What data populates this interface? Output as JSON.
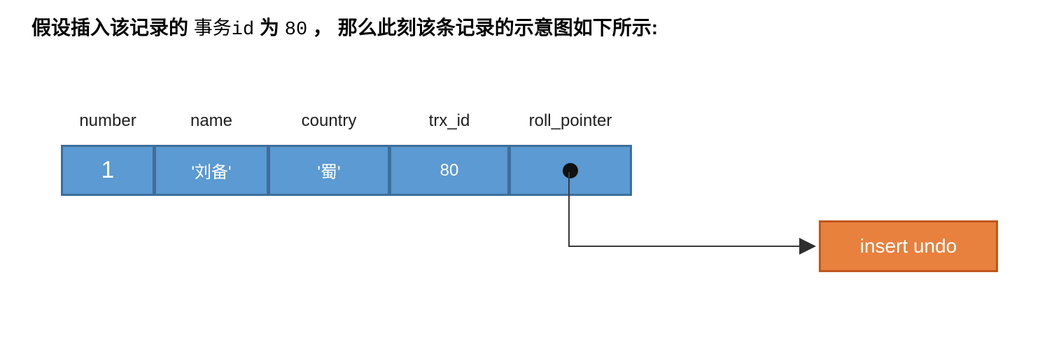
{
  "intro": {
    "segments": [
      {
        "text": "假设插入该记录的 ",
        "style": "bold"
      },
      {
        "text": "事务id",
        "style": "code"
      },
      {
        "text": " 为 ",
        "style": "bold"
      },
      {
        "text": "80",
        "style": "code"
      },
      {
        "text": " ， 那么此刻该条记录的示意图如下所示:",
        "style": "bold"
      }
    ]
  },
  "record_diagram": {
    "columns": [
      "number",
      "name",
      "country",
      "trx_id",
      "roll_pointer"
    ],
    "row_values": [
      "1",
      "'刘备'",
      "'蜀'",
      "80"
    ],
    "roll_pointer_icon": "filled-dot",
    "pointer_target": "insert undo"
  },
  "undo_log": {
    "label": "insert undo"
  },
  "colors": {
    "cell_fill": "#5b9ad2",
    "cell_border": "#3f6e9a",
    "undo_fill": "#e8803e",
    "undo_border": "#c0561c",
    "connector": "#3a3a3a",
    "dot": "#111111",
    "header_text": "#1f1f1f",
    "body_text": "#000000"
  }
}
